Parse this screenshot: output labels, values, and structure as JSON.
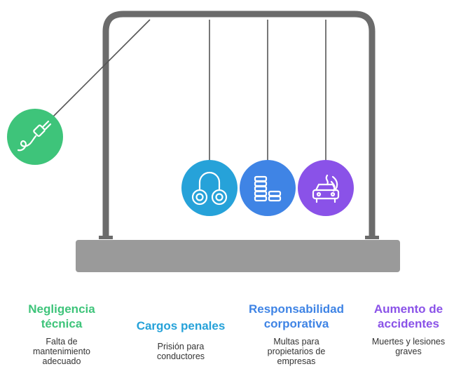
{
  "items": [
    {
      "title": "Negligencia técnica",
      "description": "Falta de mantenimiento adecuado",
      "color": "#3ec47a",
      "icon": "plug-icon"
    },
    {
      "title": "Cargos penales",
      "description": "Prisión para conductores",
      "color": "#26a2d9",
      "icon": "handcuffs-icon"
    },
    {
      "title": "Responsabilidad corporativa",
      "description": "Multas para propietarios de empresas",
      "color": "#3f84e5",
      "icon": "coin-stacks-icon"
    },
    {
      "title": "Aumento de accidentes",
      "description": "Muertes y lesiones graves",
      "color": "#8a52e8",
      "icon": "car-fire-icon"
    }
  ]
}
